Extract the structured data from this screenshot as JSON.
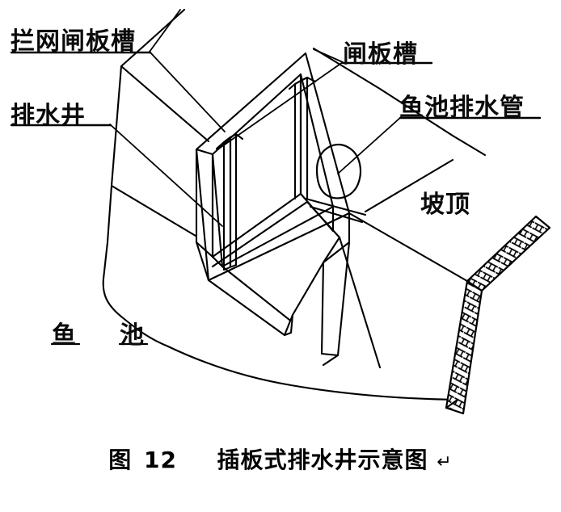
{
  "figure": {
    "title_label": "图",
    "number": "12",
    "title_text": "插板式排水井示意图",
    "pilcrow": "↵",
    "type": "isometric engineering sketch",
    "subject": "插板式排水井 (plank-type drainage well)",
    "line_color": "#000000",
    "background_color": "#ffffff"
  },
  "labels": {
    "screen_groove": {
      "text": "拦网闸板槽",
      "underline": true,
      "leader_to": "left gate groove of well"
    },
    "drain_well": {
      "text": "排水井",
      "underline": true,
      "leader_to": "outer wall of well"
    },
    "gate_groove": {
      "text": "闸板槽",
      "underline": true,
      "leader_to": "right gate groove of well"
    },
    "pond_drain_pipe": {
      "text": "鱼池排水管",
      "underline": true,
      "leader_to": "circular pipe opening inside well"
    },
    "slope_top": {
      "text": "坡顶",
      "underline": false,
      "leader_to": null
    },
    "fish_pond_char1": {
      "text": "鱼",
      "underline": true
    },
    "fish_pond_char2": {
      "text": "池",
      "underline": true
    }
  },
  "drawing_elements": [
    {
      "name": "pond-bank-outline",
      "description": "curved left/bottom bank edge of the fish pond"
    },
    {
      "name": "well-box",
      "description": "open-top rectangular concrete drainage well in isometric view"
    },
    {
      "name": "gate-groove-left",
      "description": "vertical plank slot on near-left wall"
    },
    {
      "name": "gate-groove-right",
      "description": "vertical plank slot on far wall"
    },
    {
      "name": "drain-pipe-opening",
      "description": "circular pipe mouth on inner right wall"
    },
    {
      "name": "slope-ridge-line",
      "description": "ridge line of the embankment to the right"
    },
    {
      "name": "riprap-slope",
      "description": "hatched stone-pitched slope band on far right"
    }
  ]
}
